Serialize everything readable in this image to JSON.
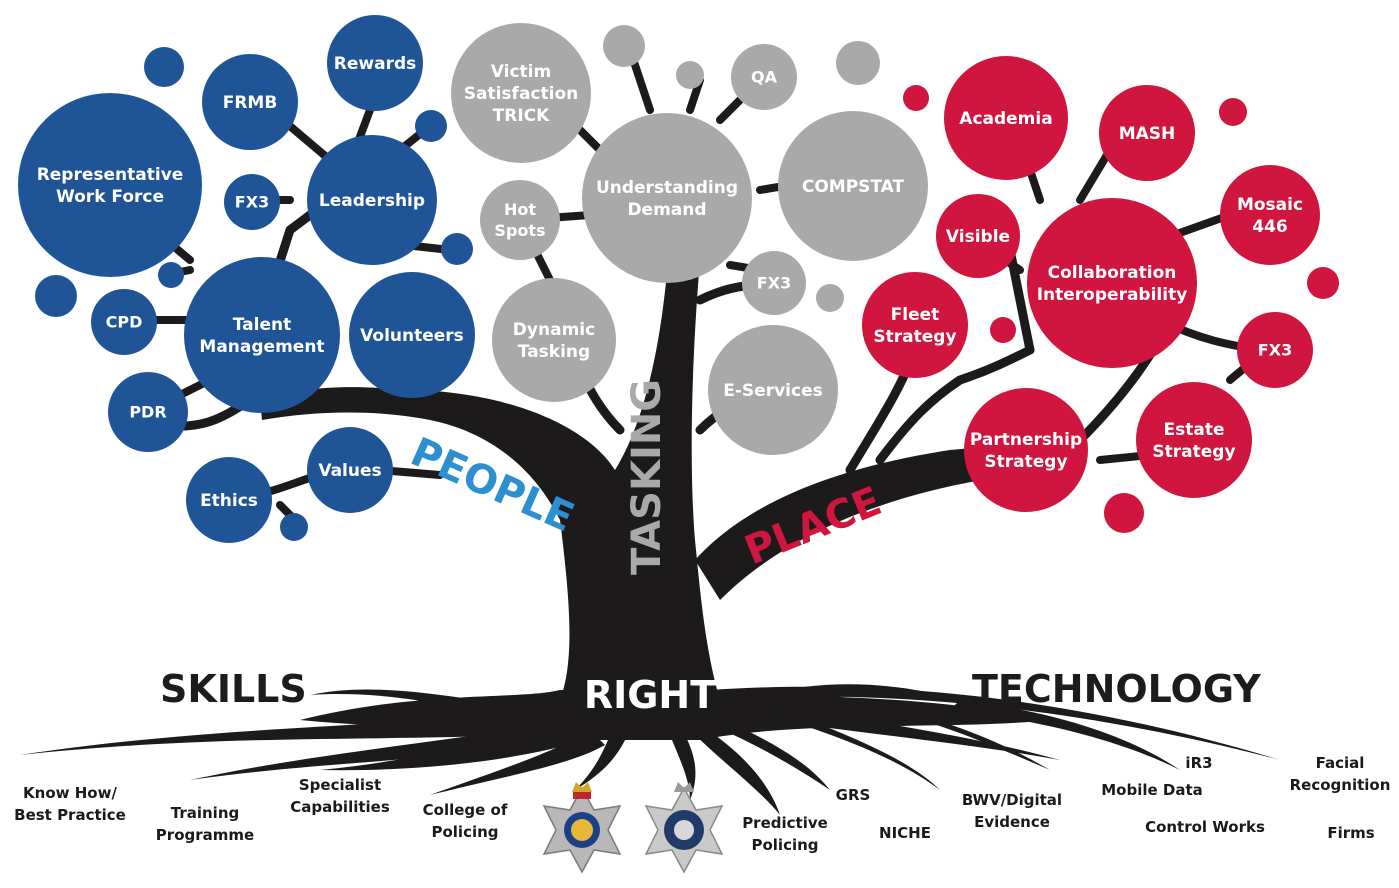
{
  "colors": {
    "trunk": "#1c1a1b",
    "people": "#1f5596",
    "tasking": "#a9a9aa",
    "place": "#d0153f",
    "people_label": "#2d8fd0",
    "tasking_label": "#a9a9aa",
    "place_label": "#d0153f"
  },
  "branches": {
    "people": "PEOPLE",
    "tasking": "TASKING",
    "place": "PLACE"
  },
  "headings": {
    "skills": "SKILLS",
    "right": "RIGHT",
    "technology": "TECHNOLOGY"
  },
  "people_nodes": [
    {
      "id": "representative",
      "lines": [
        "Representative",
        "Work Force"
      ]
    },
    {
      "id": "frmb",
      "lines": [
        "FRMB"
      ]
    },
    {
      "id": "rewards",
      "lines": [
        "Rewards"
      ]
    },
    {
      "id": "leadership",
      "lines": [
        "Leadership"
      ]
    },
    {
      "id": "fx3",
      "lines": [
        "FX3"
      ]
    },
    {
      "id": "cpd",
      "lines": [
        "CPD"
      ]
    },
    {
      "id": "talent",
      "lines": [
        "Talent",
        "Management"
      ]
    },
    {
      "id": "volunteers",
      "lines": [
        "Volunteers"
      ]
    },
    {
      "id": "pdr",
      "lines": [
        "PDR"
      ]
    },
    {
      "id": "values",
      "lines": [
        "Values"
      ]
    },
    {
      "id": "ethics",
      "lines": [
        "Ethics"
      ]
    }
  ],
  "tasking_nodes": [
    {
      "id": "victim",
      "lines": [
        "Victim",
        "Satisfaction",
        "TRICK"
      ]
    },
    {
      "id": "qa",
      "lines": [
        "QA"
      ]
    },
    {
      "id": "understanding",
      "lines": [
        "Understanding",
        "Demand"
      ]
    },
    {
      "id": "compstat",
      "lines": [
        "COMPSTAT"
      ]
    },
    {
      "id": "hotspots",
      "lines": [
        "Hot",
        "Spots"
      ]
    },
    {
      "id": "fx3",
      "lines": [
        "FX3"
      ]
    },
    {
      "id": "dynamic",
      "lines": [
        "Dynamic",
        "Tasking"
      ]
    },
    {
      "id": "eservices",
      "lines": [
        "E-Services"
      ]
    }
  ],
  "place_nodes": [
    {
      "id": "academia",
      "lines": [
        "Academia"
      ]
    },
    {
      "id": "mash",
      "lines": [
        "MASH"
      ]
    },
    {
      "id": "mosaic",
      "lines": [
        "Mosaic",
        "446"
      ]
    },
    {
      "id": "visible",
      "lines": [
        "Visible"
      ]
    },
    {
      "id": "collab",
      "lines": [
        "Collaboration",
        "Interoperability"
      ]
    },
    {
      "id": "fleet",
      "lines": [
        "Fleet",
        "Strategy"
      ]
    },
    {
      "id": "fx3",
      "lines": [
        "FX3"
      ]
    },
    {
      "id": "partnership",
      "lines": [
        "Partnership",
        "Strategy"
      ]
    },
    {
      "id": "estate",
      "lines": [
        "Estate",
        "Strategy"
      ]
    }
  ],
  "roots": [
    {
      "id": "know-how",
      "lines": [
        "Know How/",
        "Best Practice"
      ]
    },
    {
      "id": "training",
      "lines": [
        "Training",
        "Programme"
      ]
    },
    {
      "id": "specialist",
      "lines": [
        "Specialist",
        "Capabilities"
      ]
    },
    {
      "id": "college",
      "lines": [
        "College of",
        "Policing"
      ]
    },
    {
      "id": "predictive",
      "lines": [
        "Predictive",
        "Policing"
      ]
    },
    {
      "id": "grs",
      "lines": [
        "GRS"
      ]
    },
    {
      "id": "niche",
      "lines": [
        "NICHE"
      ]
    },
    {
      "id": "bwv",
      "lines": [
        "BWV/Digital",
        "Evidence"
      ]
    },
    {
      "id": "mobile",
      "lines": [
        "Mobile Data"
      ]
    },
    {
      "id": "ir3",
      "lines": [
        "iR3"
      ]
    },
    {
      "id": "control",
      "lines": [
        "Control Works"
      ]
    },
    {
      "id": "facial",
      "lines": [
        "Facial",
        "Recognition"
      ]
    },
    {
      "id": "firms",
      "lines": [
        "Firms"
      ]
    }
  ]
}
